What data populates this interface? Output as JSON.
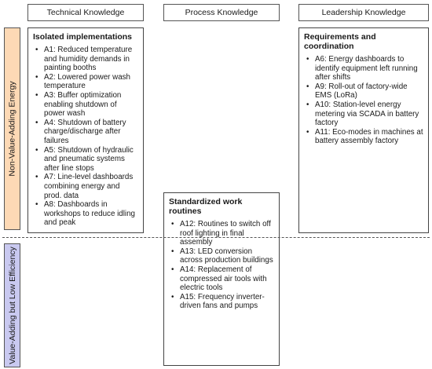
{
  "columns": [
    "Technical Knowledge",
    "Process Knowledge",
    "Leadership Knowledge"
  ],
  "rows": [
    "Non-Value-Adding Energy",
    "Value-Adding but Low Efficiency"
  ],
  "colors": {
    "row1": "#fdd9b5",
    "row2": "#c9c9f0",
    "border": "#444444"
  },
  "cells": {
    "tech_nva": {
      "title": "Isolated implementations",
      "items": [
        "A1: Reduced temperature and humidity demands in painting booths",
        "A2: Lowered power wash temperature",
        "A3: Buffer optimization enabling shutdown of power wash",
        "A4: Shutdown of battery charge/discharge after failures",
        "A5: Shutdown of hydraulic and pneumatic systems after line stops",
        "A7: Line-level dashboards combining energy and prod. data",
        "A8: Dashboards in workshops to reduce idling and peak"
      ]
    },
    "process": {
      "title": "Standardized work routines",
      "items": [
        "A12: Routines to switch off roof lighting in final assembly",
        "A13: LED conversion across production buildings",
        "A14: Replacement of compressed air tools with electric tools",
        "A15: Frequency inverter-driven fans and pumps"
      ]
    },
    "leader_nva": {
      "title": "Requirements and coordination",
      "items": [
        "A6: Energy dashboards to identify equipment left running after shifts",
        "A9: Roll-out of factory-wide EMS (LoRa)",
        "A10: Station-level energy metering via SCADA in battery factory",
        "A11: Eco-modes in machines at battery assembly factory"
      ]
    }
  }
}
